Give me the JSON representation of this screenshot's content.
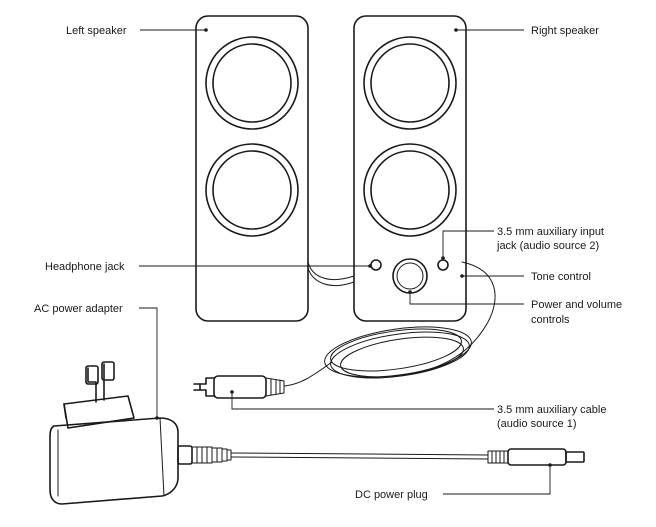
{
  "labels": {
    "left_speaker": "Left speaker",
    "right_speaker": "Right speaker",
    "aux_input_line1": "3.5 mm auxiliary input",
    "aux_input_line2": "jack (audio source 2)",
    "headphone_jack": "Headphone jack",
    "tone_control": "Tone control",
    "ac_power_adapter": "AC power adapter",
    "power_volume_line1": "Power and volume",
    "power_volume_line2": "controls",
    "aux_cable_line1": "3.5 mm auxiliary cable",
    "aux_cable_line2": "(audio source 1)",
    "dc_power_plug": "DC power plug"
  }
}
